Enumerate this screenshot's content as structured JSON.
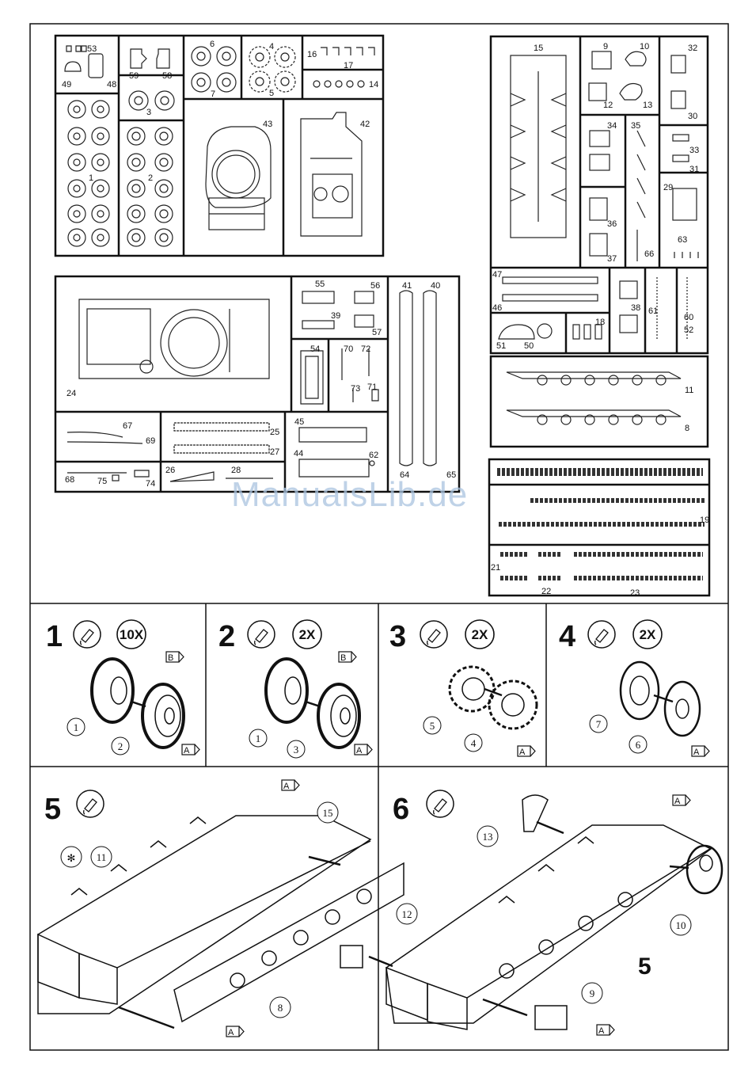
{
  "sprue_part_numbers": [
    "53",
    "49",
    "48",
    "59",
    "58",
    "6",
    "7",
    "4",
    "5",
    "16",
    "17",
    "14",
    "3",
    "1",
    "2",
    "43",
    "42",
    "15",
    "9",
    "10",
    "12",
    "13",
    "32",
    "30",
    "34",
    "35",
    "33",
    "31",
    "29",
    "36",
    "37",
    "66",
    "63",
    "55",
    "56",
    "39",
    "57",
    "41",
    "40",
    "54",
    "70",
    "72",
    "73",
    "71",
    "24",
    "67",
    "69",
    "25",
    "27",
    "45",
    "62",
    "68",
    "75",
    "74",
    "26",
    "28",
    "44",
    "64",
    "65",
    "47",
    "46",
    "38",
    "61",
    "60",
    "52",
    "51",
    "50",
    "18",
    "11",
    "8",
    "19",
    "21",
    "22",
    "23"
  ],
  "steps": [
    {
      "number": "1",
      "quantity": "10X",
      "callouts": [
        "1",
        "2"
      ],
      "markers": [
        "B",
        "A"
      ]
    },
    {
      "number": "2",
      "quantity": "2X",
      "callouts": [
        "1",
        "3"
      ],
      "markers": [
        "B",
        "A"
      ]
    },
    {
      "number": "3",
      "quantity": "2X",
      "callouts": [
        "5",
        "4"
      ],
      "markers": [
        "A"
      ]
    },
    {
      "number": "4",
      "quantity": "2X",
      "callouts": [
        "7",
        "6"
      ],
      "markers": [
        "A"
      ]
    },
    {
      "number": "5",
      "quantity": "",
      "callouts": [
        "15",
        "11",
        "8"
      ],
      "markers": [
        "A",
        "A"
      ]
    },
    {
      "number": "6",
      "quantity": "",
      "callouts": [
        "13",
        "12",
        "10",
        "9",
        "5"
      ],
      "markers": [
        "A",
        "A"
      ]
    }
  ],
  "step5_bigpart_label": "5",
  "watermark": "ManualsLib.de"
}
